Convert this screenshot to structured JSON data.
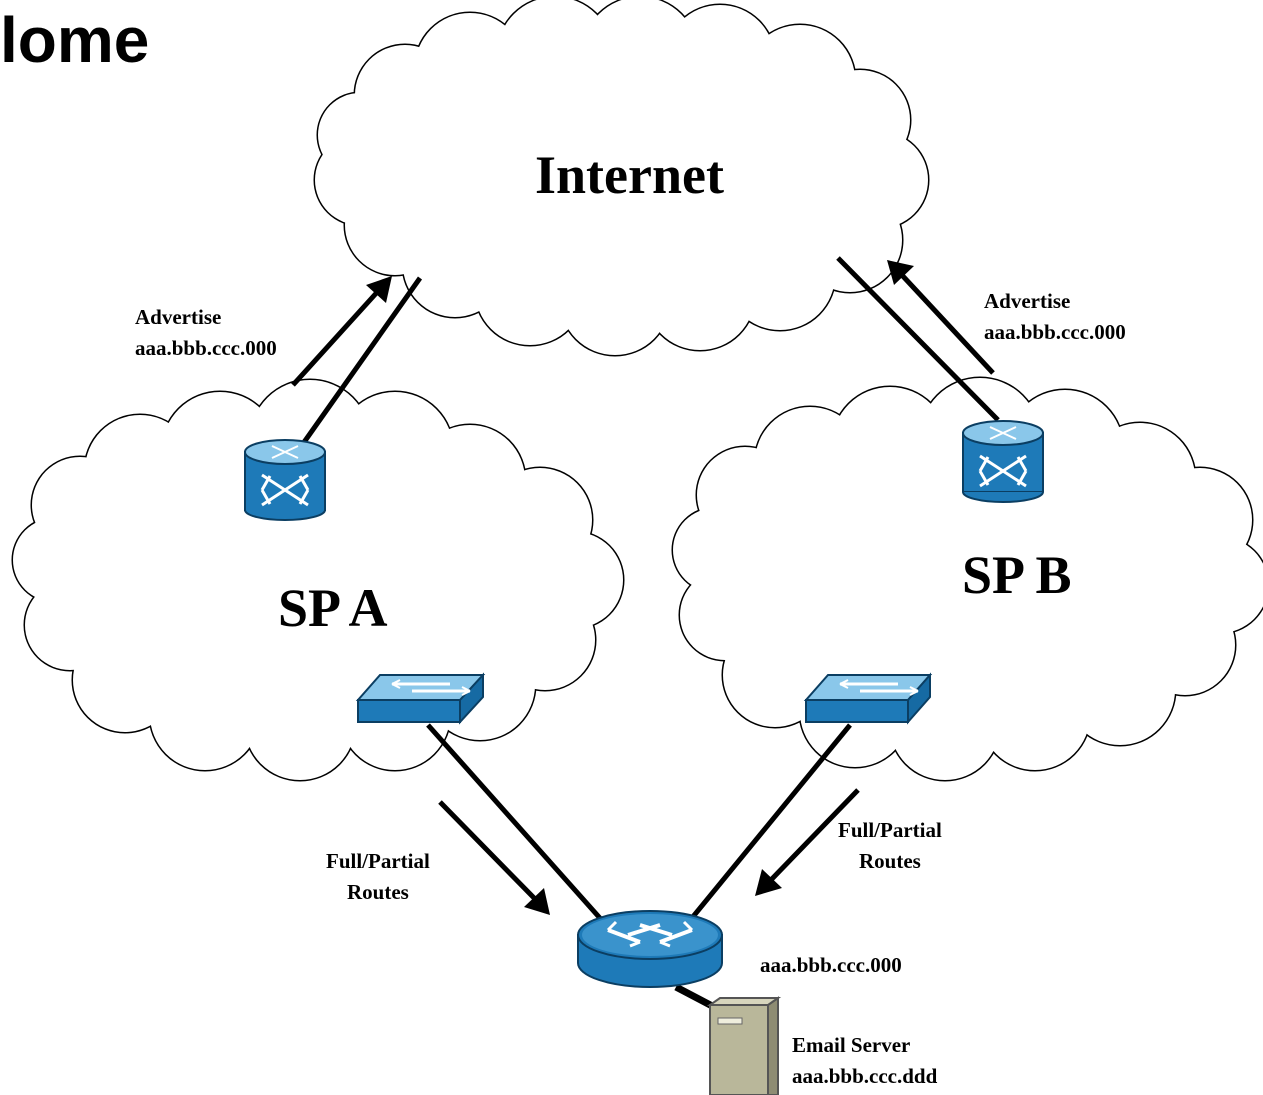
{
  "title": "lome",
  "clouds": {
    "internet": "Internet",
    "sp_a": "SP A",
    "sp_b": "SP B"
  },
  "labels": {
    "advertise_left": {
      "line1": "Advertise",
      "line2": "aaa.bbb.ccc.000"
    },
    "advertise_right": {
      "line1": "Advertise",
      "line2": "aaa.bbb.ccc.000"
    },
    "routes_left": {
      "line1": "Full/Partial",
      "line2": "Routes"
    },
    "routes_right": {
      "line1": "Full/Partial",
      "line2": "Routes"
    },
    "router_prefix": "aaa.bbb.ccc.000",
    "server": {
      "line1": "Email Server",
      "line2": "aaa.bbb.ccc.ddd"
    }
  },
  "colors": {
    "device_blue": "#1e7ab8",
    "device_top": "#8ac7ea",
    "server_body": "#b9b79a",
    "line": "#000000"
  }
}
